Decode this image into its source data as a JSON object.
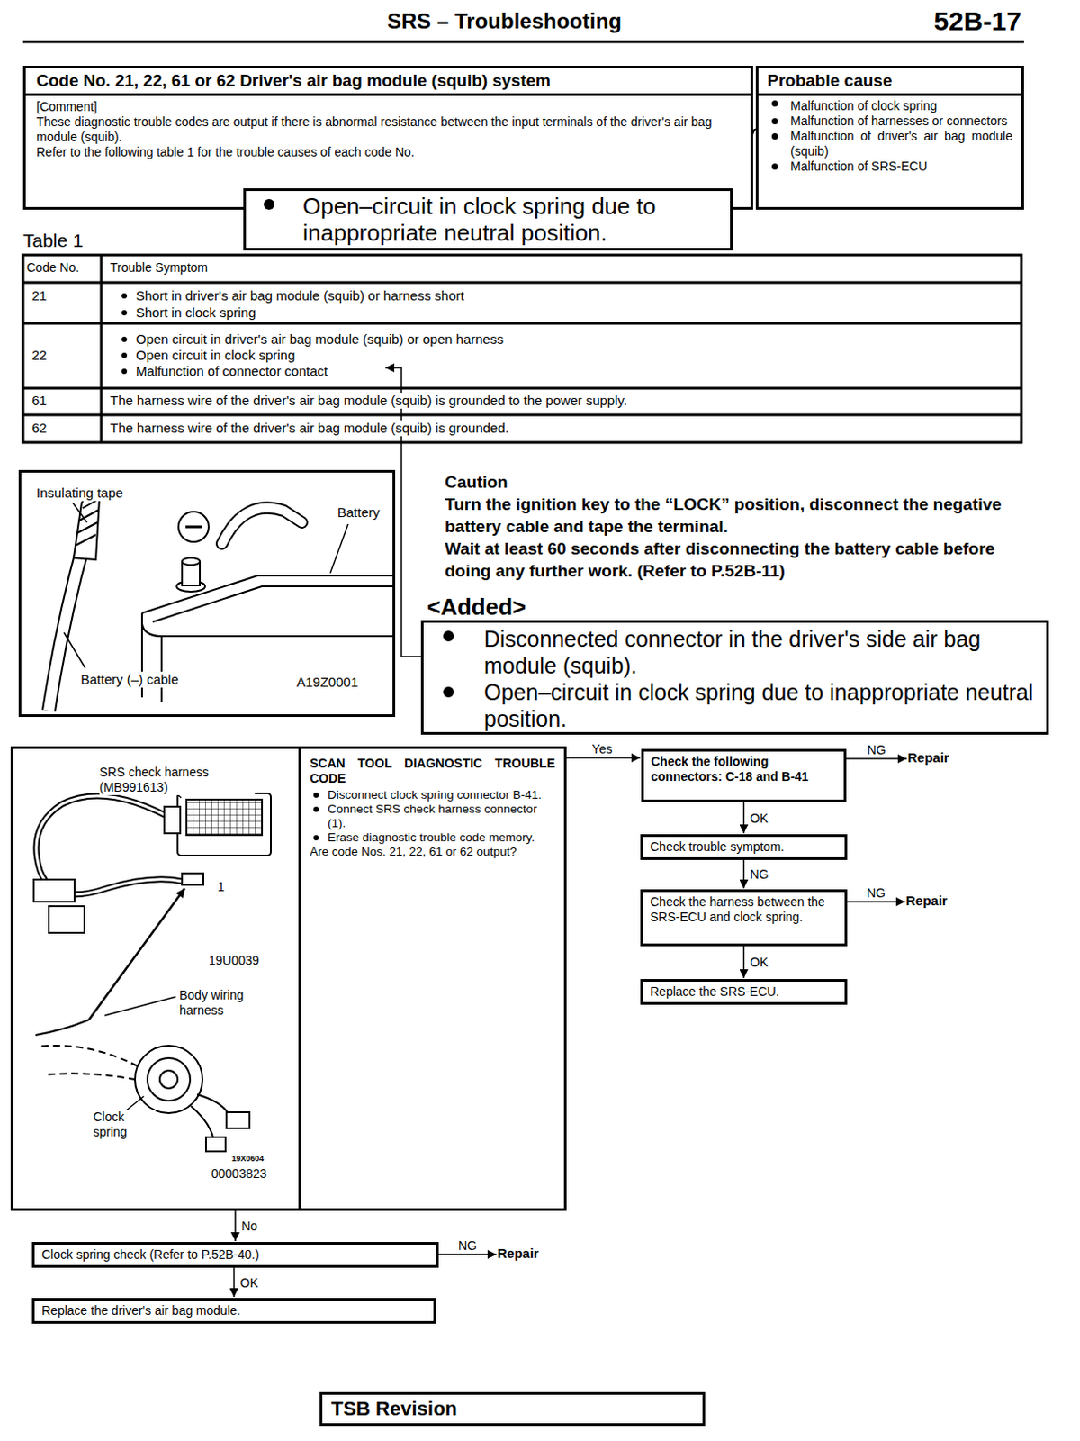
{
  "diagram": {
    "title": "SRS – Troubleshooting",
    "nodes": [
      {
        "text": [
          "Code No. 21, 22, 61 or 62 Driver's air bag module (squib) system",
          "[Comment]",
          "These diagnostic trouble codes are output if there is abnormal resistance between the input terminals of the driver's air bag module (squib).",
          "Refer to the following table 1 for the trouble causes of each code No."
        ]
      },
      {
        "text": [
          "Probable cause",
          "Malfunction of clock spring",
          "Malfunction of harnesses or connectors",
          "Malfunction of driver's air bag module (squib)",
          "Malfunction of SRS-ECU"
        ]
      },
      {
        "text": [
          "Open–circuit in clock spring due to inappropriate neutral position."
        ]
      },
      {
        "text": [
          "Insulating tape",
          "Battery",
          "Battery (–) cable",
          "A19Z0001"
        ]
      },
      {
        "text": [
          "Disconnected connector in the driver's side air bag module (squib).",
          "Open–circuit in clock spring due to inappropriate neutral position."
        ]
      },
      {
        "text": [
          "SRS check harness (MB991613)",
          "1",
          "19U0039",
          "Body wiring harness",
          "Clock spring",
          "19X0604",
          "00003823"
        ]
      },
      {
        "text": [
          "SCAN TOOL DIAGNOSTIC TROUBLE CODE",
          "Disconnect clock spring connector B-41.",
          "Connect SRS check harness connector (1).",
          "Erase diagnostic trouble code memory.",
          "Are code Nos. 21, 22, 61 or 62 output?"
        ],
        "in": 5
      },
      {
        "text": [
          "Check the following connectors: C-18 and B-41"
        ]
      },
      {
        "text": [
          "Repair"
        ]
      },
      {
        "text": [
          "Check trouble symptom."
        ]
      },
      {
        "text": [
          "Check the harness between the SRS-ECU and clock spring."
        ]
      },
      {
        "text": [
          "Repair"
        ]
      },
      {
        "text": [
          "Replace the SRS-ECU."
        ]
      },
      {
        "text": [
          "Clock spring check (Refer to P.52B-40.)"
        ]
      },
      {
        "text": [
          "Repair"
        ]
      },
      {
        "text": [
          "Replace the driver's air bag module."
        ]
      },
      {
        "text": [
          "TSB Revision"
        ]
      }
    ],
    "edges": [
      {
        "from": 6,
        "to": 7,
        "label": "Yes",
        "arrow": "to"
      },
      {
        "from": 7,
        "to": 8,
        "label": "NG",
        "arrow": "to"
      },
      {
        "from": 7,
        "to": 9,
        "label": "OK",
        "arrow": "to"
      },
      {
        "from": 9,
        "to": 10,
        "label": "NG",
        "arrow": "to"
      },
      {
        "from": 10,
        "to": 11,
        "label": "NG",
        "arrow": "to"
      },
      {
        "from": 10,
        "to": 12,
        "label": "OK",
        "arrow": "to"
      },
      {
        "from": 5,
        "to": 13,
        "label": "No",
        "arrow": "to"
      },
      {
        "from": 13,
        "to": 14,
        "label": "NG",
        "arrow": "to"
      },
      {
        "from": 13,
        "to": 15,
        "label": "OK",
        "arrow": "to"
      },
      {
        "from": 2,
        "to": 1,
        "arrow": "to"
      }
    ],
    "labels": [
      "52B-17",
      "<Added>",
      "Table 1",
      "Code No.",
      "Trouble Symptom",
      "21",
      "Short in driver's air bag module (squib) or harness short",
      "Short in clock spring",
      "22",
      "Open circuit in driver's air bag module (squib) or open harness",
      "Open circuit in clock spring",
      "Malfunction of connector contact",
      "61",
      "The harness wire of the driver's air bag module (squib) is grounded to the power supply.",
      "62",
      "The harness wire of the driver's air bag module (squib) is grounded.",
      "Caution",
      "Turn the ignition key to the “LOCK” position, disconnect the negative battery cable and tape the terminal.",
      "Wait at least 60 seconds after disconnecting the battery cable before doing any further work. (Refer to P.52B-11)",
      "<Added>"
    ]
  }
}
